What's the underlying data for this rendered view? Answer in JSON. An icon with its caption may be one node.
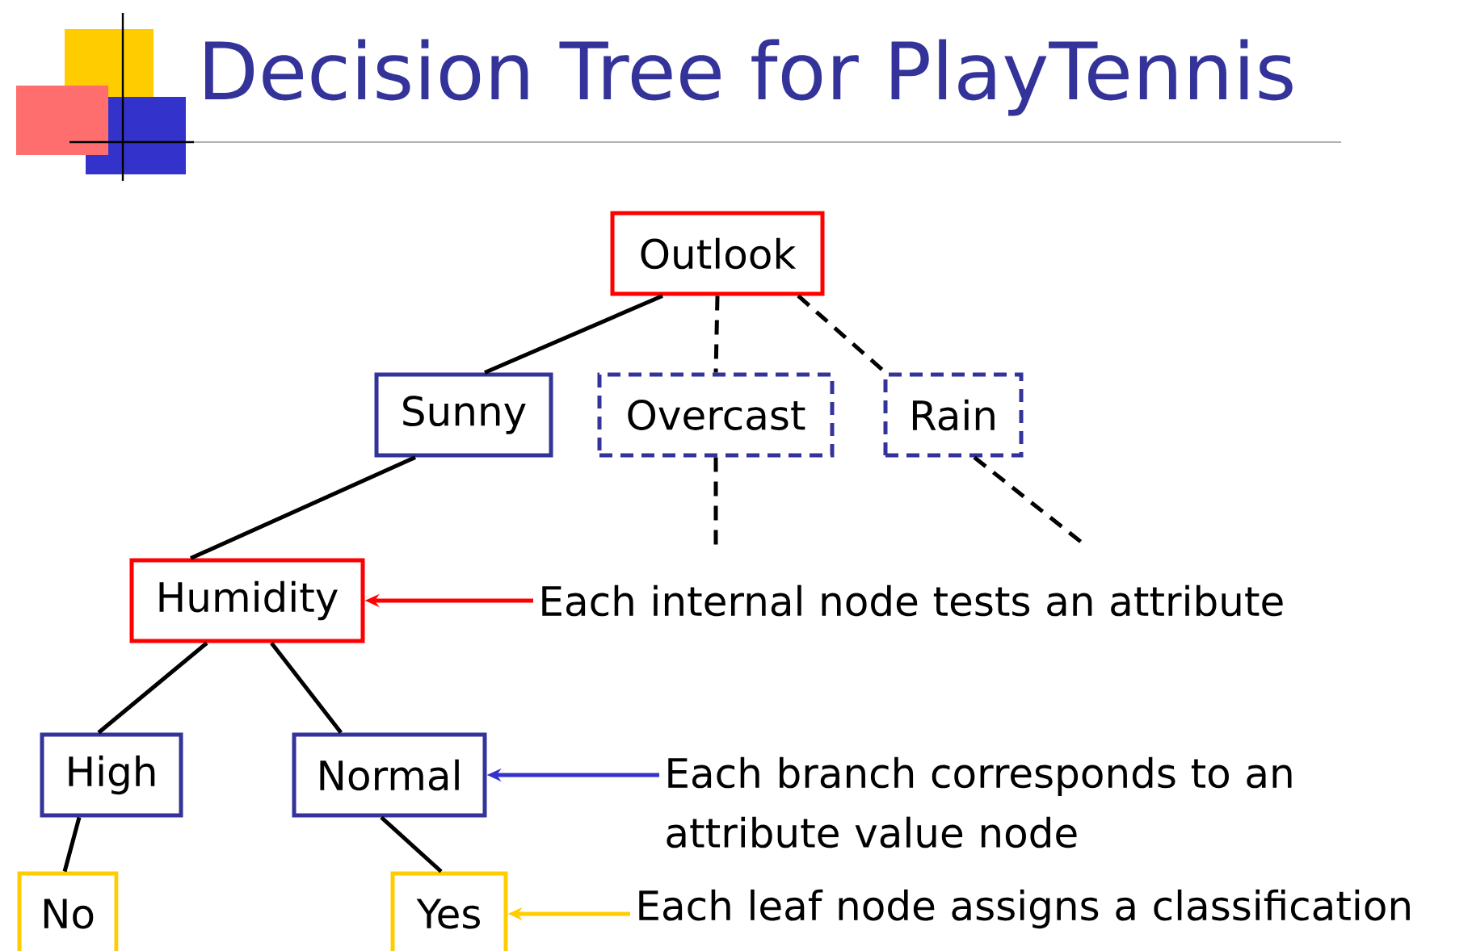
{
  "diagram": {
    "title": "Decision Tree for PlayTennis",
    "nodes": [
      {
        "text": [
          "Outlook"
        ]
      },
      {
        "text": [
          "Sunny"
        ]
      },
      {
        "text": [
          "Overcast"
        ]
      },
      {
        "text": [
          "Rain"
        ]
      },
      {
        "text": [
          "Humidity"
        ]
      },
      {
        "text": [
          "High"
        ]
      },
      {
        "text": [
          "Normal"
        ]
      },
      {
        "text": [
          "No"
        ]
      },
      {
        "text": [
          "Yes"
        ]
      },
      {
        "text": [
          "Each internal node tests an attribute"
        ]
      },
      {
        "text": [
          "Each branch corresponds to an attribute value node"
        ]
      },
      {
        "text": [
          "Each leaf node assigns a classification"
        ]
      }
    ],
    "edges": [
      {
        "from": 0,
        "to": 1,
        "arrow": "none"
      },
      {
        "from": 0,
        "to": 2,
        "arrow": "none",
        "style": "dashed"
      },
      {
        "from": 0,
        "to": 3,
        "arrow": "none",
        "style": "dashed"
      },
      {
        "from": 2,
        "to": null,
        "arrow": "none",
        "style": "dashed"
      },
      {
        "from": 3,
        "to": null,
        "arrow": "none",
        "style": "dashed"
      },
      {
        "from": 1,
        "to": 4,
        "arrow": "none"
      },
      {
        "from": 4,
        "to": 5,
        "arrow": "none"
      },
      {
        "from": 4,
        "to": 6,
        "arrow": "none"
      },
      {
        "from": 5,
        "to": 7,
        "arrow": "none"
      },
      {
        "from": 6,
        "to": 8,
        "arrow": "none"
      },
      {
        "from": 9,
        "to": 4,
        "arrow": "to",
        "color": "#ff0000"
      },
      {
        "from": 10,
        "to": 6,
        "arrow": "to",
        "color": "#3333cc"
      },
      {
        "from": 11,
        "to": 8,
        "arrow": "to",
        "color": "#ffcc00"
      }
    ]
  }
}
